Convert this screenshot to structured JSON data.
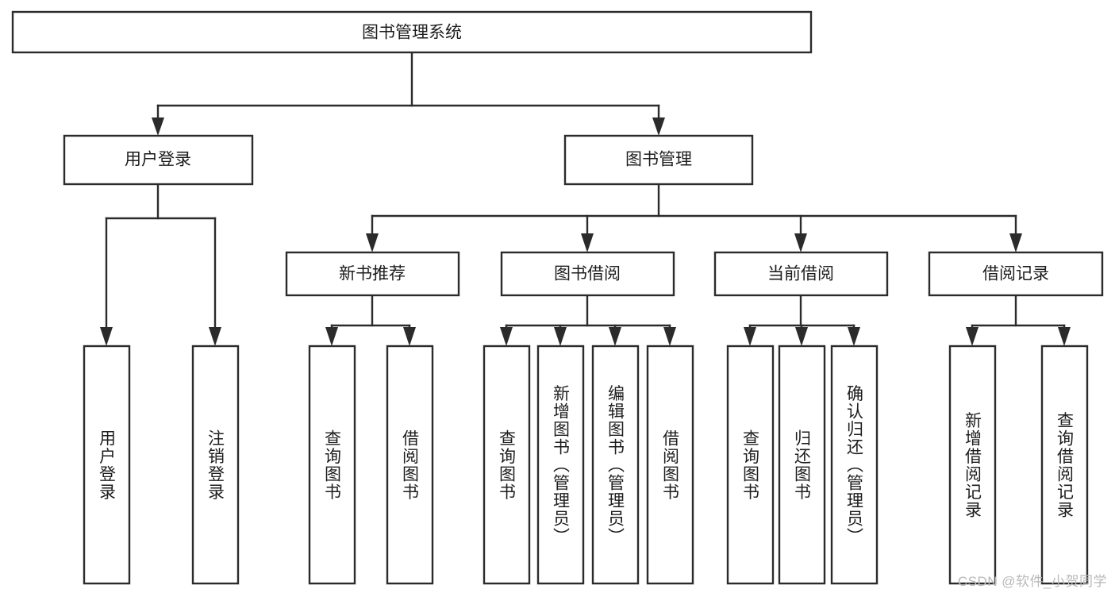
{
  "diagram": {
    "title": "图书管理系统",
    "type": "tree-hierarchy-chart",
    "levels": {
      "root": {
        "label": "图书管理系统"
      },
      "level2": [
        {
          "label": "用户登录"
        },
        {
          "label": "图书管理"
        }
      ],
      "level3": [
        {
          "label": "新书推荐"
        },
        {
          "label": "图书借阅"
        },
        {
          "label": "当前借阅"
        },
        {
          "label": "借阅记录"
        }
      ],
      "leaves": {
        "user_login": [
          {
            "label": "用户登录"
          },
          {
            "label": "注销登录"
          }
        ],
        "new_book_recommend": [
          {
            "label": "查询图书"
          },
          {
            "label": "借阅图书"
          }
        ],
        "book_borrow": [
          {
            "label": "查询图书"
          },
          {
            "label": "新增图书（管理员）"
          },
          {
            "label": "编辑图书（管理员）"
          },
          {
            "label": "借阅图书"
          }
        ],
        "current_borrow": [
          {
            "label": "查询图书"
          },
          {
            "label": "归还图书"
          },
          {
            "label": "确认归还（管理员）"
          }
        ],
        "borrow_record": [
          {
            "label": "新增借阅记录"
          },
          {
            "label": "查询借阅记录"
          }
        ]
      }
    }
  },
  "watermark": {
    "text": "CSDN @软件_小贺同学"
  },
  "colors": {
    "background": "#ffffff",
    "box_fill": "#ffffff",
    "box_stroke": "#2b2b2b",
    "text": "#1d1d1d",
    "watermark": "#b9b9b9"
  }
}
